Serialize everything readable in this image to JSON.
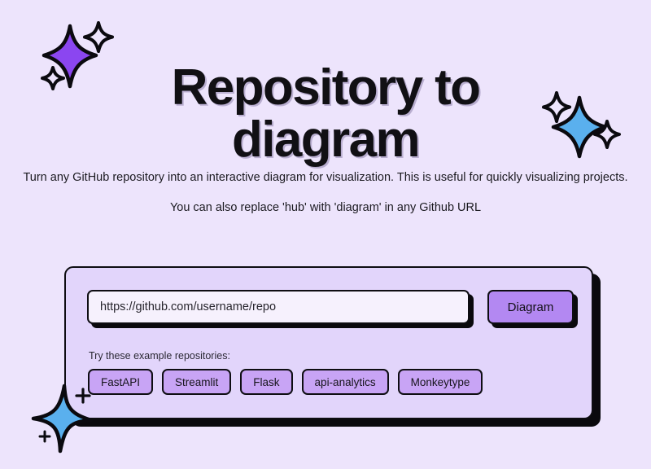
{
  "page": {
    "background_color": "#ede4fc"
  },
  "hero": {
    "title_line1": "Repository to",
    "title_line2": "diagram",
    "description_line1": "Turn any GitHub repository into an interactive diagram for visualization.",
    "description_line2": "This is useful for quickly visualizing projects.",
    "description_line3": "You can also replace 'hub' with 'diagram' in any Github URL"
  },
  "form": {
    "url_placeholder": "https://github.com/username/repo",
    "url_value": "",
    "submit_label": "Diagram",
    "submit_color": "#b388f2",
    "examples_label": "Try these example repositories:",
    "examples": [
      {
        "label": "FastAPI"
      },
      {
        "label": "Streamlit"
      },
      {
        "label": "Flask"
      },
      {
        "label": "api-analytics"
      },
      {
        "label": "Monkeytype"
      }
    ],
    "chip_color": "#c8a4f5",
    "card_color": "#e2d5fb"
  },
  "decorations": {
    "sparkle_top_left": "sparkle-purple-icon",
    "sparkle_top_right": "sparkle-blue-icon",
    "sparkle_bottom_left": "star-blue-icon",
    "purple_fill": "#8b46f0",
    "blue_fill": "#5ab0ee"
  }
}
